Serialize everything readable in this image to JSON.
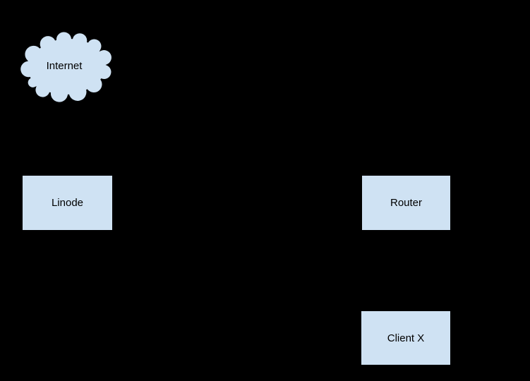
{
  "page": {
    "background_color": "#000000",
    "kind": "network-topology-diagram"
  },
  "diagram": {
    "node_fill_color": "#cfe2f3",
    "node_border_color": "#000000",
    "text_color": "#000000",
    "nodes": [
      {
        "id": "internet",
        "label": "Internet",
        "shape": "cloud"
      },
      {
        "id": "linode",
        "label": "Linode",
        "shape": "rectangle"
      },
      {
        "id": "router",
        "label": "Router",
        "shape": "rectangle"
      },
      {
        "id": "client_x",
        "label": "Client X",
        "shape": "rectangle"
      }
    ]
  }
}
